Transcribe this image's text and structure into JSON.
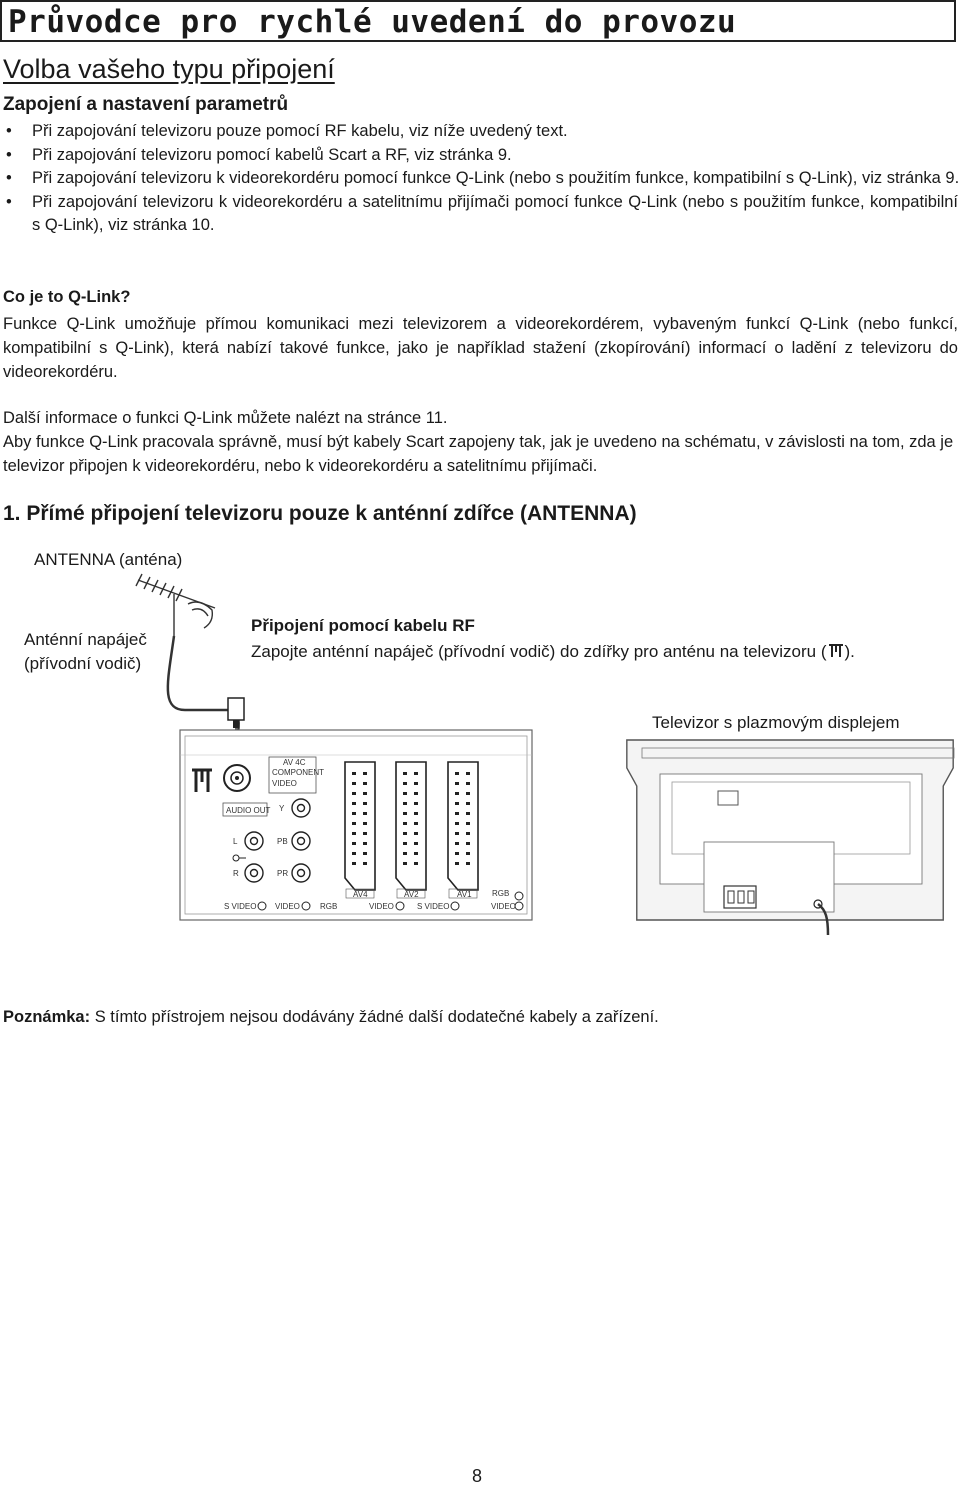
{
  "header": {
    "title": "Průvodce pro rychlé uvedení do provozu"
  },
  "section": {
    "title": "Volba vašeho typu připojení",
    "subtitle": "Zapojení a nastavení parametrů"
  },
  "bullets": [
    "Při zapojování televizoru pouze pomocí RF kabelu, viz níže uvedený text.",
    "Při zapojování televizoru pomocí kabelů Scart a RF, viz stránka 9.",
    "Při zapojování televizoru k videorekordéru pomocí funkce Q-Link (nebo s použitím funkce, kompatibilní s Q-Link), viz stránka 9.",
    "Při zapojování televizoru k videorekordéru a satelitnímu přijímači pomocí funkce Q-Link (nebo s použitím funkce, kompatibilní s Q-Link), viz stránka 10."
  ],
  "qlink": {
    "heading": "Co je to Q-Link?",
    "body": "Funkce Q-Link umožňuje přímou komunikaci mezi televizorem a videorekordérem, vybaveným funkcí Q-Link (nebo funkcí, kompatibilní s Q-Link), která nabízí takové funkce, jako je například stažení (zkopírování) informací o ladění z televizoru do videorekordéru.",
    "more_info": "Další informace o funkci Q-Link můžete nalézt na stránce 11.",
    "scart_note": "Aby funkce Q-Link pracovala správně, musí být kabely Scart zapojeny tak, jak je uvedeno na schématu, v závislosti na tom, zda je televizor připojen k videorekordéru, nebo k videorekordéru a satelitnímu přijímači."
  },
  "step1": {
    "title": "1. Přímé připojení televizoru pouze k anténní zdířce (ANTENNA)",
    "antenna_label": "ANTENNA (anténa)",
    "feeder_line1": "Anténní napáječ",
    "feeder_line2": "(přívodní vodič)",
    "rf_title": "Připojení pomocí kabelu RF",
    "rf_text": "Zapojte anténní napáječ (přívodní vodič) do zdířky pro anténu na televizoru (",
    "rf_text_end": ").",
    "tv_label": "Televizor s plazmovým displejem"
  },
  "panel_labels": {
    "av4c": "AV 4C",
    "component": "COMPONENT",
    "video": "VIDEO",
    "audio_out": "AUDIO OUT",
    "y": "Y",
    "pb": "PB",
    "pr": "PR",
    "l": "L",
    "r": "R",
    "av4": "AV4",
    "av2": "AV2",
    "av1": "AV1",
    "rgb": "RGB",
    "svideo": "S VIDEO",
    "video2": "VIDEO",
    "rgb2": "RGB",
    "video3": "VIDEO",
    "svideo2": "S VIDEO",
    "video4": "VIDEO"
  },
  "footer": {
    "note_label": "Poznámka:",
    "note_text": " S tímto přístrojem nejsou dodávány žádné další dodatečné kabely a zařízení.",
    "page_number": "8"
  }
}
